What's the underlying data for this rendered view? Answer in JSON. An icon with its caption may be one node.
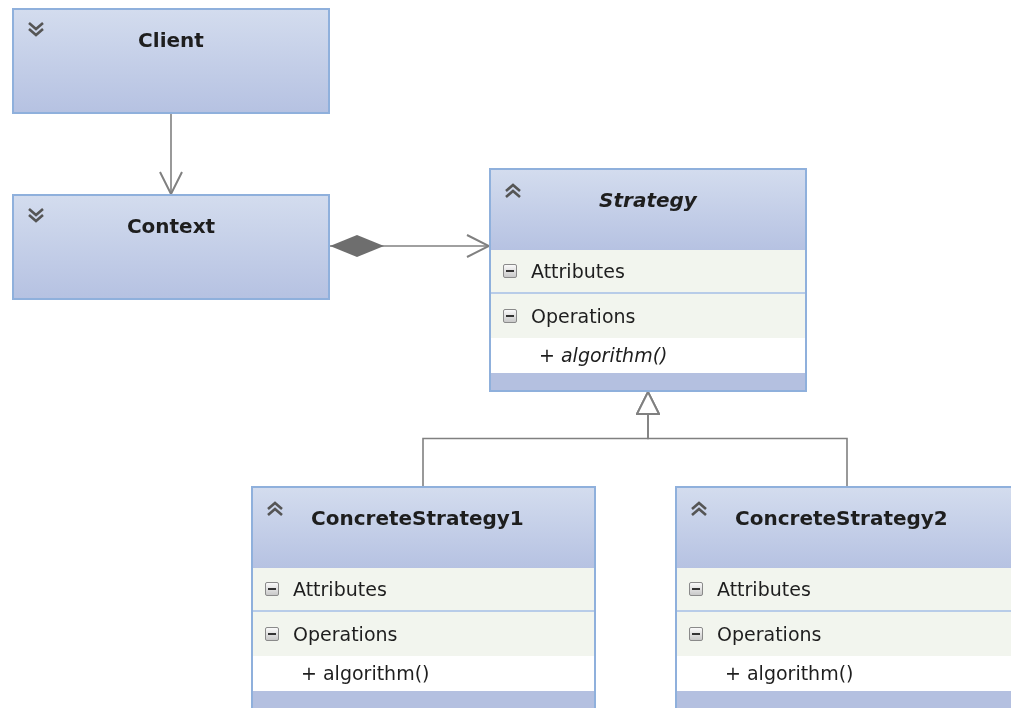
{
  "diagram": {
    "nodes": [
      {
        "text": [
          "Client"
        ]
      },
      {
        "text": [
          "Context"
        ]
      },
      {
        "text": [
          "Strategy",
          "Attributes",
          "Operations",
          "+ algorithm()"
        ]
      },
      {
        "text": [
          "ConcreteStrategy1",
          "Attributes",
          "Operations",
          "+ algorithm()"
        ]
      },
      {
        "text": [
          "ConcreteStrategy2",
          "Attributes",
          "Operations",
          "+ algorithm()"
        ]
      }
    ],
    "edges": [
      {
        "from": 0,
        "to": 1,
        "arrow": "to"
      },
      {
        "from": 1,
        "to": 2,
        "arrow": "to"
      },
      {
        "from": 3,
        "to": 2,
        "arrow": "to"
      },
      {
        "from": 4,
        "to": 2,
        "arrow": "to"
      }
    ]
  }
}
